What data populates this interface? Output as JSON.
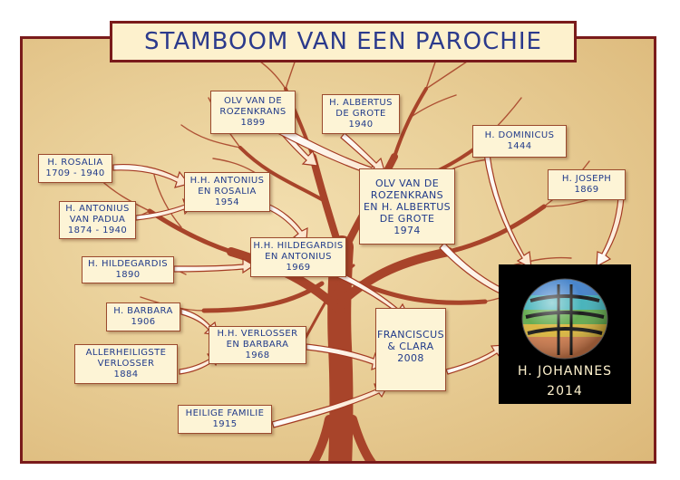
{
  "title": "STAMBOOM VAN EEN PAROCHIE",
  "colors": {
    "frame": "#7a1b1b",
    "tree": "#a8442a",
    "box_fill": "#fdf4d6",
    "text": "#203a8a",
    "final_box": "#000000"
  },
  "parishes": {
    "rosalia": {
      "line1": "H. ROSALIA",
      "line2": "1709 - 1940"
    },
    "antonius_padua": {
      "line1": "H. ANTONIUS",
      "line2": "VAN PADUA",
      "line3": "1874 - 1940"
    },
    "antonius_rosalia": {
      "line1": "H.H. ANTONIUS",
      "line2": "EN ROSALIA",
      "line3": "1954"
    },
    "olv_rozenkrans": {
      "line1": "OLV VAN DE",
      "line2": "ROZENKRANS",
      "line3": "1899"
    },
    "albertus": {
      "line1": "H. ALBERTUS",
      "line2": "DE GROTE",
      "line3": "1940"
    },
    "olv_albertus": {
      "line1": "OLV VAN DE",
      "line2": "ROZENKRANS",
      "line3": "EN H. ALBERTUS",
      "line4": "DE GROTE",
      "line5": "1974"
    },
    "dominicus": {
      "line1": "H. DOMINICUS",
      "line2": "1444"
    },
    "joseph": {
      "line1": "H. JOSEPH",
      "line2": "1869"
    },
    "hildegardis": {
      "line1": "H. HILDEGARDIS",
      "line2": "1890"
    },
    "hildegardis_antonius": {
      "line1": "H.H. HILDEGARDIS",
      "line2": "EN ANTONIUS",
      "line3": "1969"
    },
    "barbara": {
      "line1": "H. BARBARA",
      "line2": "1906"
    },
    "verlosser_barbara": {
      "line1": "H.H. VERLOSSER",
      "line2": "EN BARBARA",
      "line3": "1968"
    },
    "allerheiligste": {
      "line1": "ALLERHEILIGSTE",
      "line2": "VERLOSSER",
      "line3": "1884"
    },
    "franciscus_clara": {
      "line1": "FRANCISCUS",
      "line2": "& CLARA",
      "line3": "2008"
    },
    "heilige_familie": {
      "line1": "HEILIGE FAMILIE",
      "line2": "1915"
    },
    "johannes": {
      "line1": "H. JOHANNES",
      "line2": "2014"
    }
  }
}
